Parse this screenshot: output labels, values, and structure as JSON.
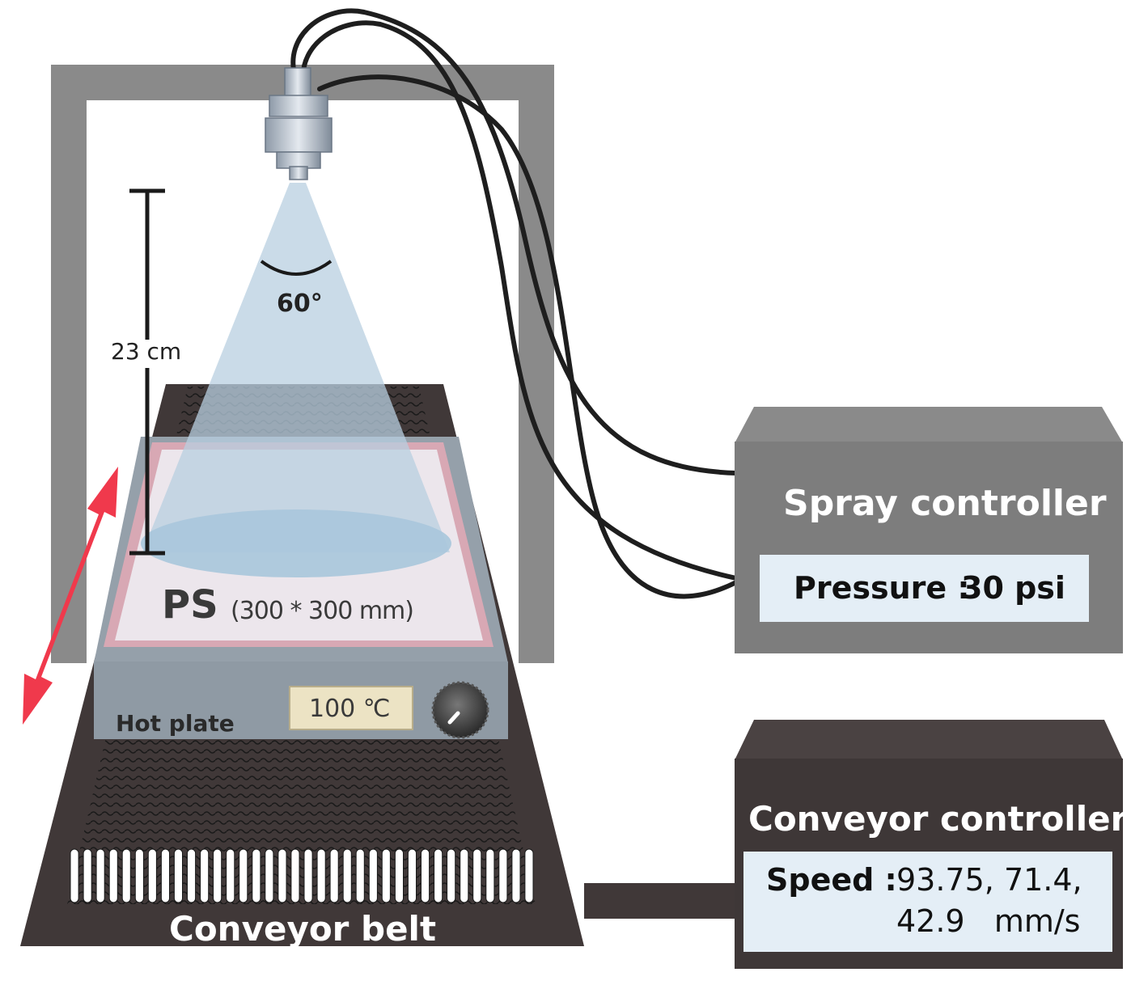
{
  "diagram": {
    "distance_label": "23 cm",
    "angle_label": "60°",
    "substrate": {
      "name": "PS",
      "size": "(300 * 300 mm)"
    },
    "hot_plate": {
      "label": "Hot plate",
      "display": "100 ℃"
    },
    "conveyor_belt": {
      "label": "Conveyor belt"
    },
    "spray_controller": {
      "title": "Spray controller",
      "pressure_label": "Pressure :",
      "pressure_value": "30 psi"
    },
    "conveyor_controller": {
      "title": "Conveyor controller",
      "speed_label": "Speed :",
      "speed_values_line1": "93.75, 71.4,",
      "speed_values_line2": "42.9   mm/s"
    },
    "colors": {
      "frame": "#8a8a8a",
      "belt_dark": "#403838",
      "controller_gray": "#7d7d7d",
      "controller_dark": "#3e3737",
      "readout_bg": "#e4eef6",
      "arrow_red": "#f0394c",
      "spray_cone": "#b8cfe0",
      "hot_plate": "#8f9aa4",
      "display_bg": "#ece3c4"
    }
  }
}
